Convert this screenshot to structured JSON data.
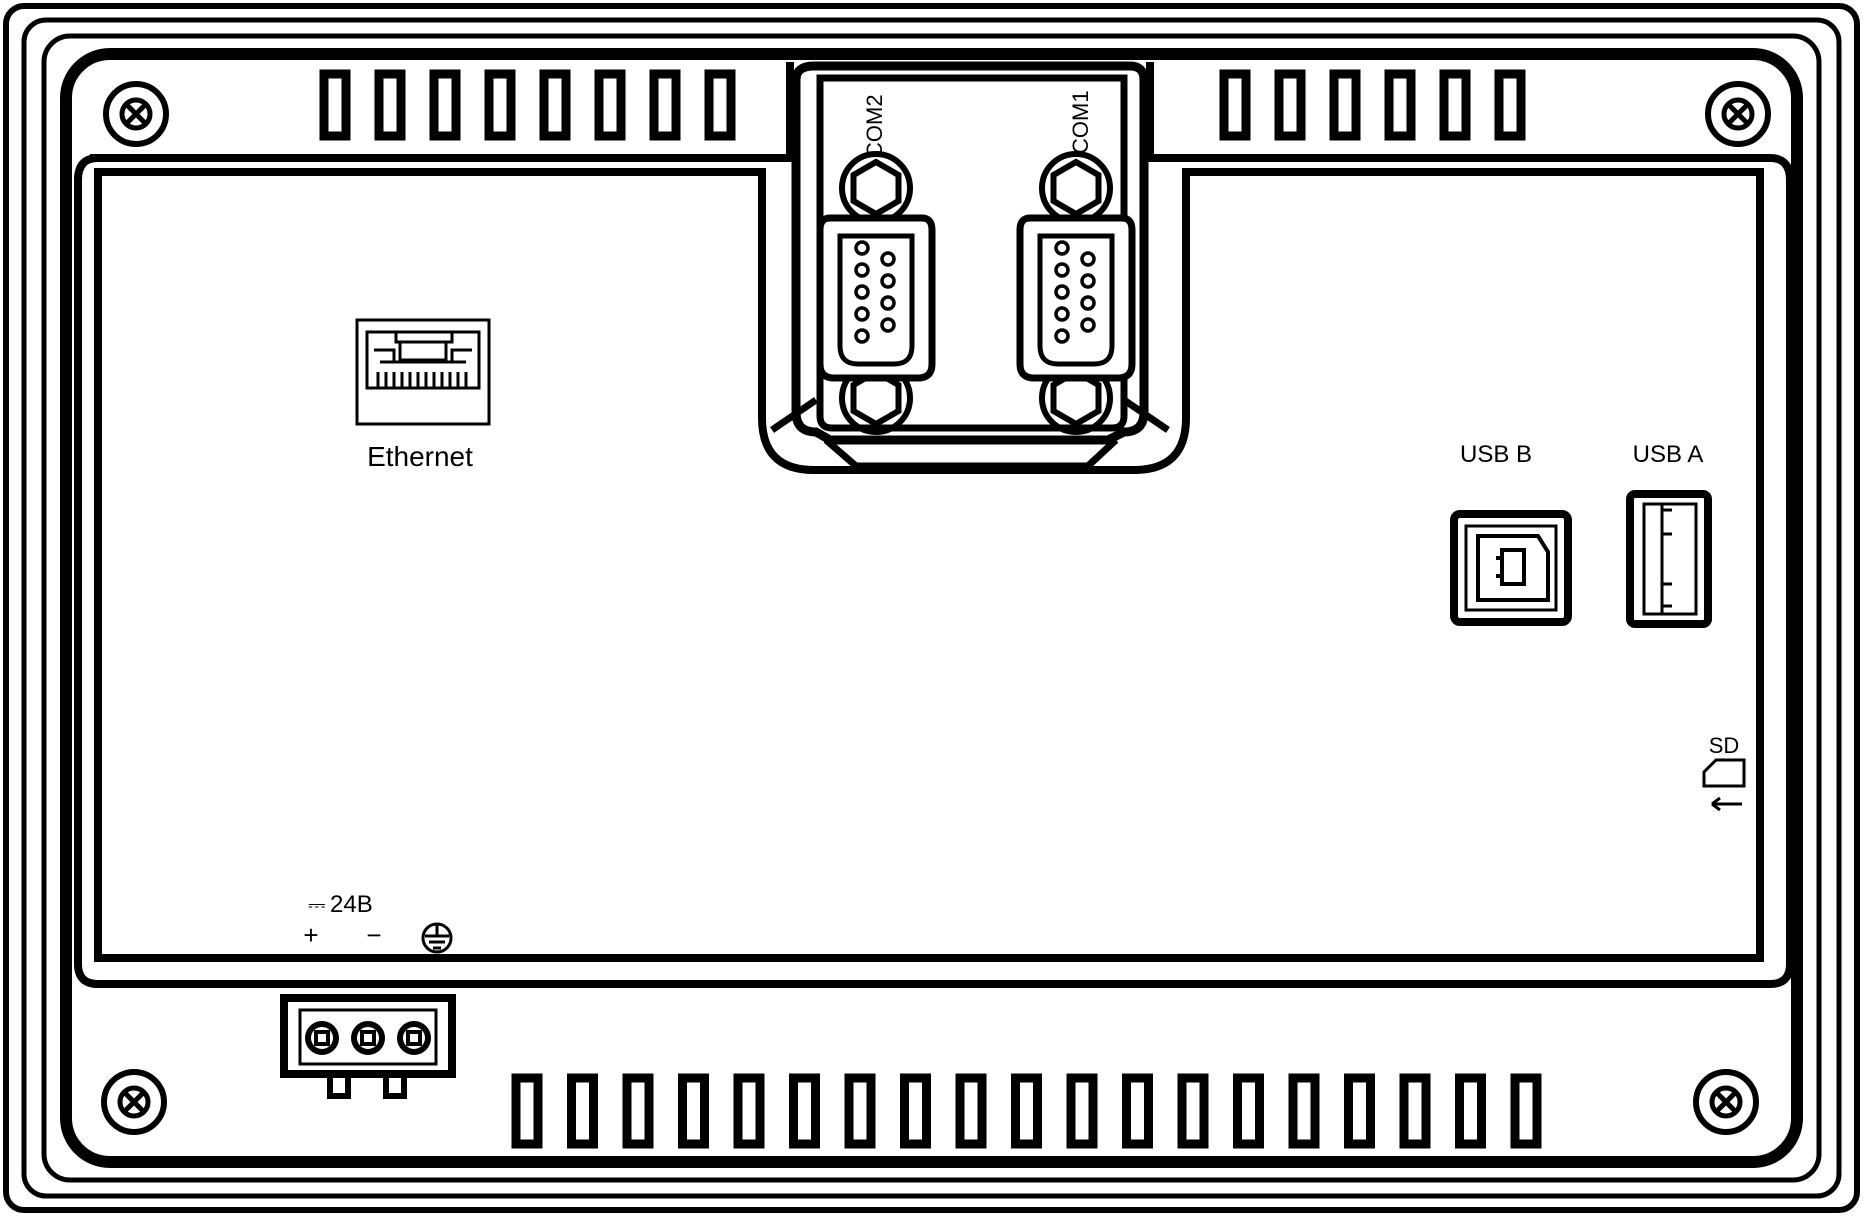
{
  "labels": {
    "ethernet": "Ethernet",
    "com1": "COM1",
    "com2": "COM2",
    "usb_b": "USB B",
    "usb_a": "USB A",
    "sd": "SD",
    "power_voltage": "24В",
    "power_dc_symbol": "⎓",
    "plus": "+",
    "minus": "−"
  },
  "colors": {
    "stroke": "#000000",
    "background": "#ffffff"
  },
  "icons": [
    "screw-icon",
    "ethernet-port-icon",
    "db9-connector-icon",
    "usb-b-port-icon",
    "usb-a-port-icon",
    "sd-card-icon",
    "ground-icon",
    "terminal-block-icon"
  ]
}
